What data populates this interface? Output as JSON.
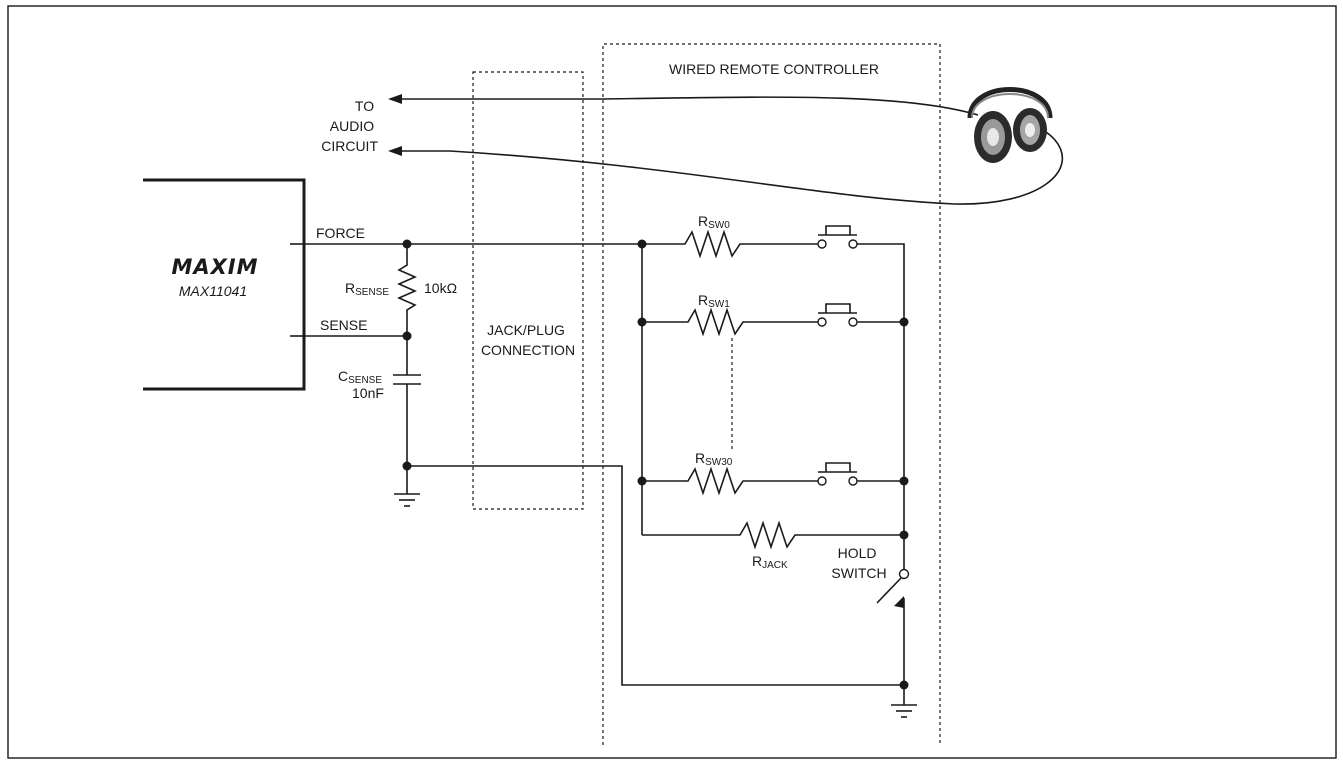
{
  "chip": {
    "logo": "MAXIM",
    "part_number": "MAX11041"
  },
  "pins": {
    "force": "FORCE",
    "sense": "SENSE"
  },
  "components": {
    "r_sense": {
      "main": "R",
      "sub": "SENSE",
      "value": "10kΩ"
    },
    "c_sense": {
      "main": "C",
      "sub": "SENSE",
      "value": "10nF"
    },
    "r_sw0": {
      "main": "R",
      "sub": "SW0"
    },
    "r_sw1": {
      "main": "R",
      "sub": "SW1"
    },
    "r_sw30": {
      "main": "R",
      "sub": "SW30"
    },
    "r_jack": {
      "main": "R",
      "sub": "JACK"
    }
  },
  "labels": {
    "audio_lines": [
      "TO",
      "AUDIO",
      "CIRCUIT"
    ],
    "jack_lines": [
      "JACK/PLUG",
      "CONNECTION"
    ],
    "remote_title": "WIRED REMOTE CONTROLLER",
    "hold_lines": [
      "HOLD",
      "SWITCH"
    ]
  },
  "icons": {
    "headphones": "headphones-icon",
    "ground": "ground-icon",
    "switch": "pushbutton-switch-icon"
  }
}
